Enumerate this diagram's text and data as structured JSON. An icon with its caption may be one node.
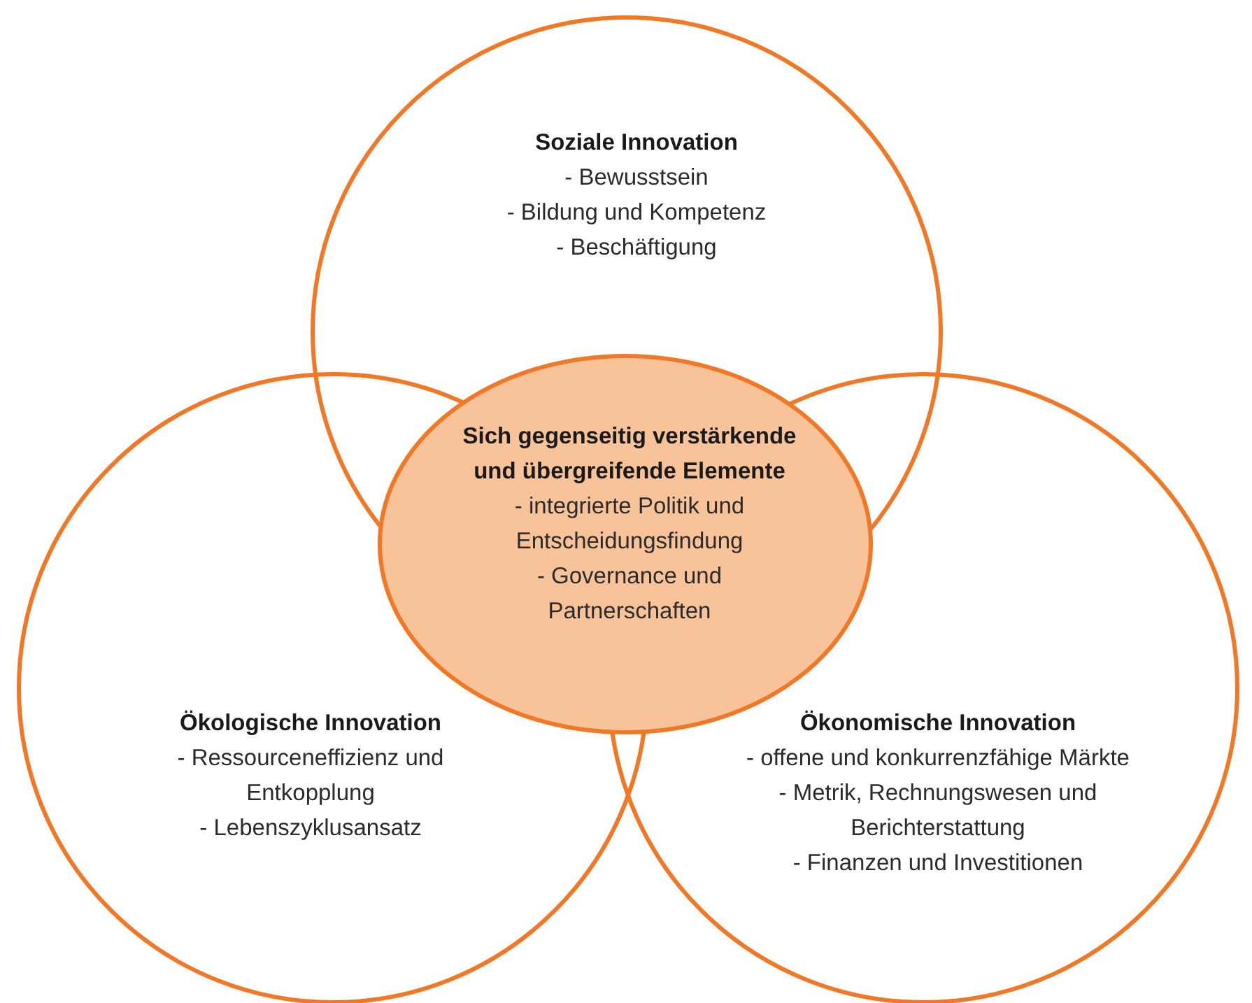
{
  "diagram": {
    "nodes": [
      {
        "text": [
          "Soziale Innovation",
          "- Bewusstsein",
          "- Bildung und Kompetenz",
          "- Beschäftigung"
        ]
      },
      {
        "text": [
          "Ökologische Innovation",
          "- Ressourceneffizienz und Entkopplung",
          "- Lebenszyklusansatz"
        ]
      },
      {
        "text": [
          "Ökonomische Innovation",
          "- offene und konkurrenzfähige Märkte",
          "- Metrik, Rechnungswesen und Berichterstattung",
          "- Finanzen und Investitionen"
        ]
      },
      {
        "text": [
          "Sich gegenseitig verstärkende und übergreifende Elemente",
          "- integrierte Politik und Entscheidungsfindung",
          "- Governance und Partnerschaften"
        ]
      }
    ]
  }
}
